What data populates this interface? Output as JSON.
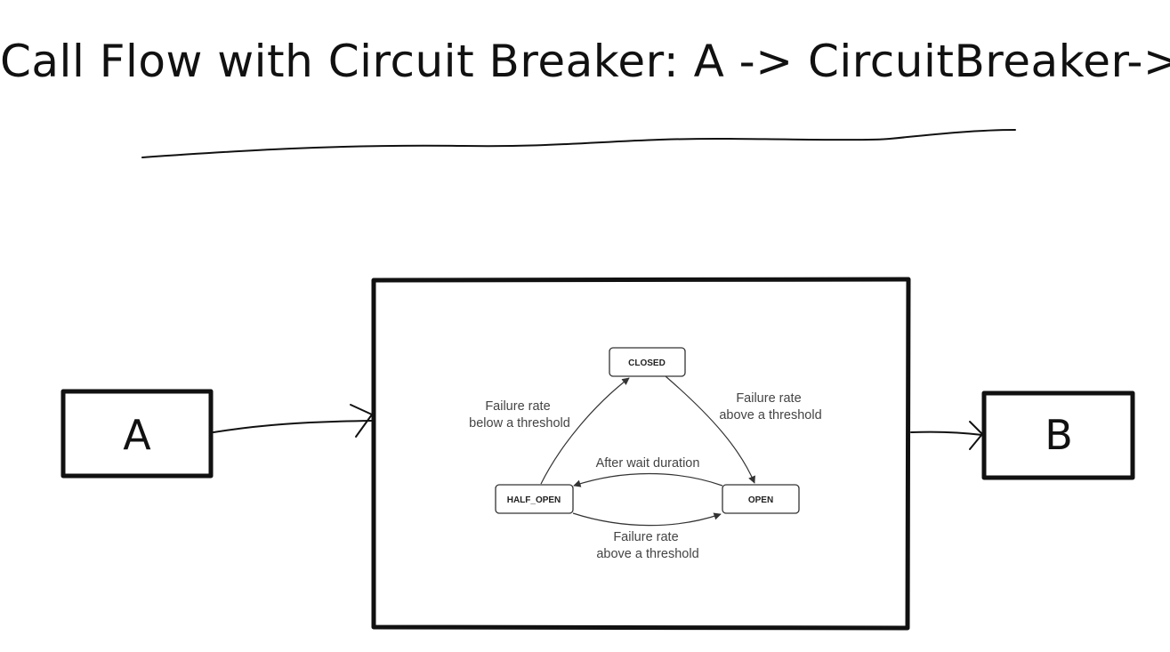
{
  "title": "Call Flow with Circuit Breaker: A -> CircuitBreaker-> B",
  "nodes": {
    "a": "A",
    "b": "B"
  },
  "states": {
    "closed": "CLOSED",
    "open": "OPEN",
    "half_open": "HALF_OPEN"
  },
  "transitions": {
    "closed_to_open": [
      "Failure rate",
      "above a threshold"
    ],
    "half_open_to_closed": [
      "Failure rate",
      "below a threshold"
    ],
    "open_to_half_open": [
      "After wait duration"
    ],
    "half_open_to_open": [
      "Failure rate",
      "above a threshold"
    ]
  },
  "colors": {
    "ink": "#111111",
    "state_text": "#222222",
    "edge_text": "#444444",
    "background": "#ffffff"
  }
}
